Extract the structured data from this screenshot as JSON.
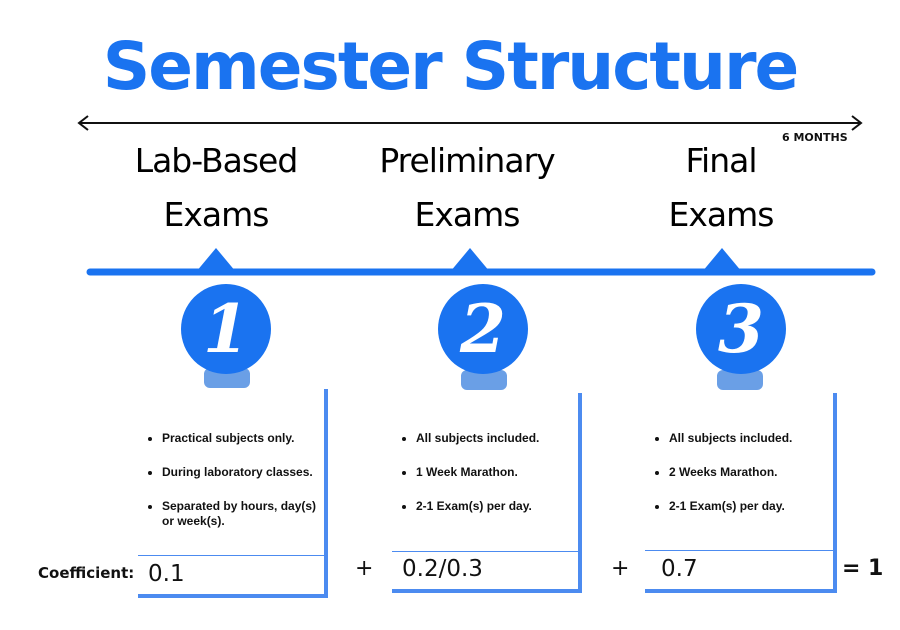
{
  "title": "Semester Structure",
  "duration_label": "6 MONTHS",
  "colors": {
    "accent": "#1a73f0",
    "card_border": "#4c8bf0",
    "number_shadow": "#6a9fe6"
  },
  "stages": [
    {
      "title_line1": "Lab-Based",
      "title_line2": "Exams",
      "number": "1",
      "bullets": [
        "Practical subjects only.",
        "During laboratory classes.",
        "Separated by hours, day(s) or week(s)."
      ],
      "coefficient": "0.1"
    },
    {
      "title_line1": "Preliminary",
      "title_line2": "Exams",
      "number": "2",
      "bullets": [
        "All subjects included.",
        "1 Week Marathon.",
        "2-1 Exam(s) per day."
      ],
      "coefficient": "0.2/0.3"
    },
    {
      "title_line1": "Final",
      "title_line2": "Exams",
      "number": "3",
      "bullets": [
        "All subjects included.",
        "2 Weeks Marathon.",
        "2-1 Exam(s) per day."
      ],
      "coefficient": "0.7"
    }
  ],
  "coefficient_label": "Coefficient:",
  "operators": {
    "plus1": "+",
    "plus2": "+",
    "equals": "="
  },
  "total": "1"
}
